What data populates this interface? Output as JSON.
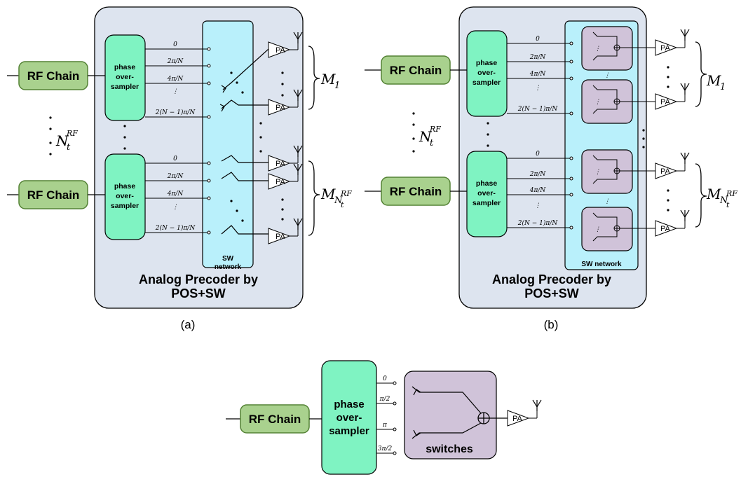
{
  "rf_chain_label": "RF Chain",
  "pos_label": [
    "phase",
    "over-",
    "sampler"
  ],
  "phases_n": [
    "0",
    "2π/N",
    "4π/N",
    "2(N − 1)π/N"
  ],
  "phases_4": [
    "0",
    "π/2",
    "π",
    "3π/2"
  ],
  "pa_label": "PA",
  "sw_network_a": [
    "SW",
    "network"
  ],
  "sw_network_b": "SW network",
  "title_lines": [
    "Analog Precoder by",
    "POS+SW"
  ],
  "caption_a": "(a)",
  "caption_b": "(b)",
  "switches_label": "switches",
  "m1": {
    "base": "M",
    "sub": "1"
  },
  "mn": {
    "base": "M",
    "sub": "N",
    "subsub": "t",
    "sup": "RF"
  },
  "nt": {
    "base": "N",
    "sub": "t",
    "sup": "RF"
  },
  "colors": {
    "rf_fill": "#a9d18e",
    "rf_stroke": "#548235",
    "pos_fill": "#7ff3c2",
    "panel_fill": "#dde4ef",
    "sw_fill": "#b9f0fb",
    "switch_box_fill": "#d0c3d9"
  }
}
